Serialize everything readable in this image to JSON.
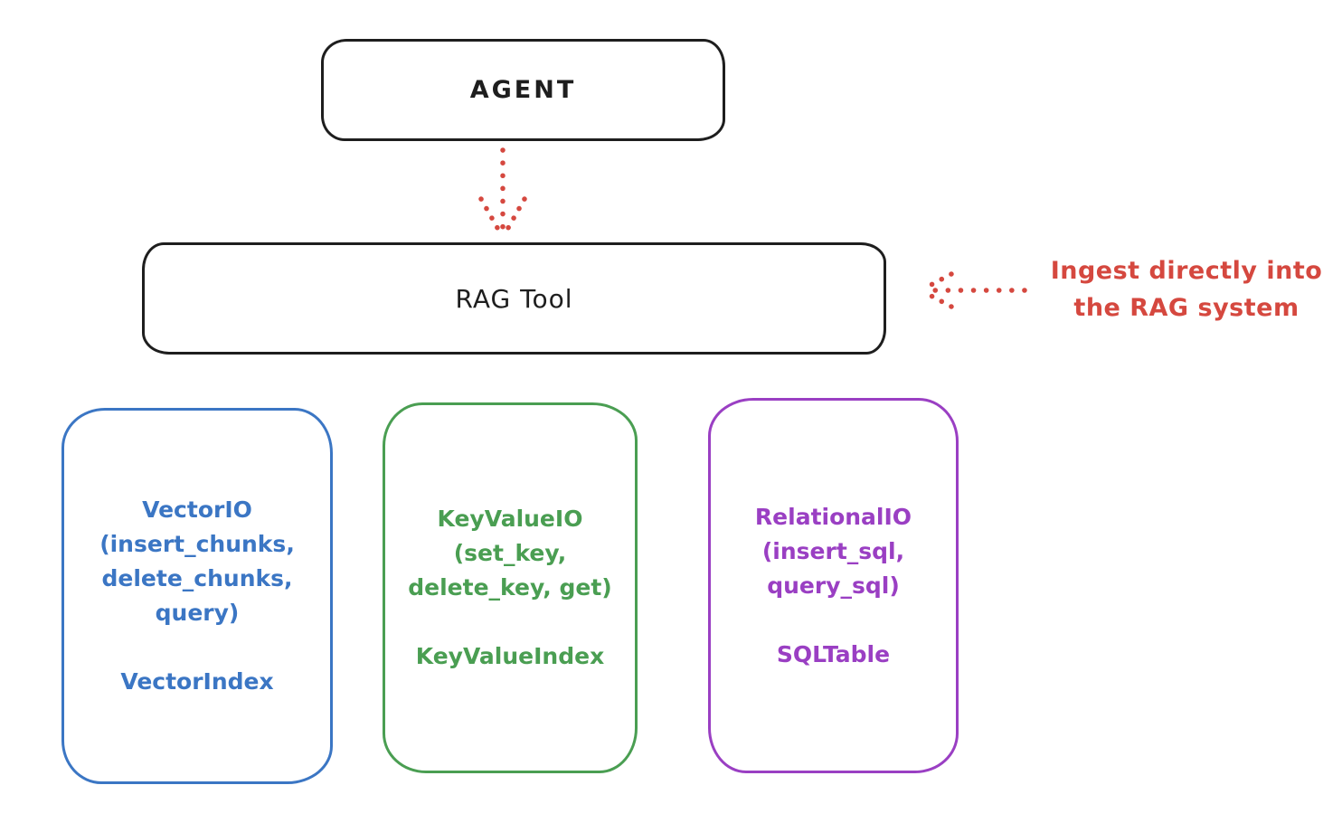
{
  "colors": {
    "ink": "#1e1e1e",
    "red": "#d5483f",
    "blue": "#3b76c4",
    "green": "#4a9e52",
    "purple": "#9a3fc3",
    "bg": "#ffffff"
  },
  "nodes": {
    "agent": {
      "label": "AGENT"
    },
    "rag_tool": {
      "label": "RAG Tool"
    },
    "vector_io": {
      "text": "VectorIO\n(insert_chunks,\ndelete_chunks,\nquery)\n\nVectorIndex",
      "color": "#3b76c4"
    },
    "key_value_io": {
      "text": "KeyValueIO\n(set_key,\ndelete_key, get)\n\nKeyValueIndex",
      "color": "#4a9e52"
    },
    "relational_io": {
      "text": "RelationalIO\n(insert_sql,\nquery_sql)\n\nSQLTable",
      "color": "#9a3fc3"
    }
  },
  "annotation": {
    "text": "Ingest directly into\nthe RAG system",
    "color": "#d5483f"
  },
  "arrows": {
    "agent_to_rag": {
      "style": "dotted",
      "direction": "down",
      "color": "#d5483f"
    },
    "ingest": {
      "style": "dotted",
      "direction": "left",
      "color": "#d5483f"
    }
  }
}
